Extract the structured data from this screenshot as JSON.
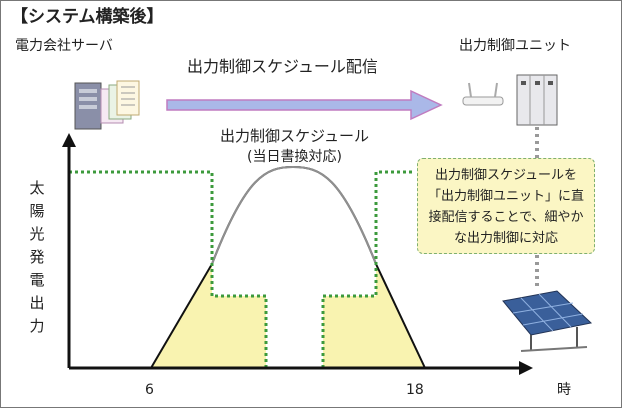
{
  "title": "【システム構築後】",
  "server": {
    "label": "電力会社サーバ",
    "icon": "server-icon"
  },
  "unit": {
    "label": "出力制御ユニット",
    "icons": [
      "router-icon",
      "control-unit-icon"
    ]
  },
  "flow": {
    "label": "出力制御スケジュール配信"
  },
  "schedule": {
    "label": "出力制御スケジュール",
    "sublabel": "(当日書換対応)"
  },
  "callout": {
    "text": "出力制御スケジュールを「出力制御ユニット」に直接配信することで、細やかな出力制御に対応"
  },
  "axes": {
    "y_label": "太陽光発電出力",
    "x_label": "時",
    "x_ticks": [
      "6",
      "18"
    ]
  },
  "panel": {
    "icon": "solar-panel-icon"
  },
  "colors": {
    "arrow_fill": "#aab8e8",
    "arrow_stroke": "#c07cc0",
    "schedule_line": "#3c9a3c",
    "output_fill": "#f9f3b0",
    "callout_bg": "#fbf6c4"
  }
}
